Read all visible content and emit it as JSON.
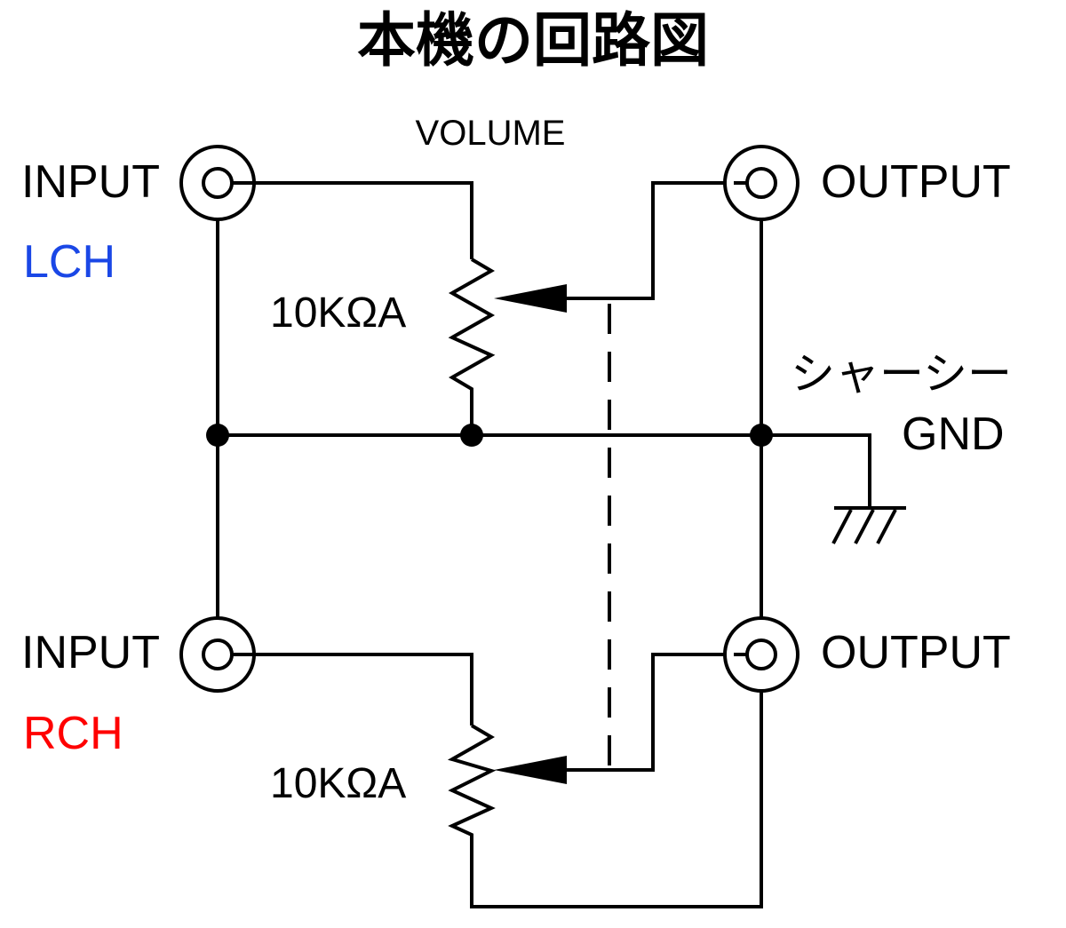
{
  "title": "本機の回路図",
  "volume_label": "VOLUME",
  "channels": [
    {
      "name": "LCH",
      "color": "#1a47e6",
      "input_label": "INPUT",
      "output_label": "OUTPUT",
      "potentiometer": "10KΩA"
    },
    {
      "name": "RCH",
      "color": "#ff0000",
      "input_label": "INPUT",
      "output_label": "OUTPUT",
      "potentiometer": "10KΩA"
    }
  ],
  "ground": {
    "label_jp": "シャーシー",
    "label_en": "GND",
    "icon": "chassis-ground-icon"
  },
  "gang_link": "dashed-mechanical-link"
}
